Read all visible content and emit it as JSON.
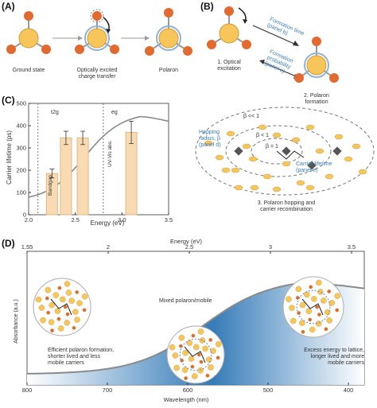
{
  "panels": {
    "A": {
      "label": "(A)",
      "captions": [
        "Ground state",
        "Optically excited\ncharge transfer",
        "Polaron"
      ]
    },
    "B": {
      "label": "(B)",
      "optical": "1. Optical\nexcitation",
      "formation_time": "Formation time\n(panel b)",
      "formation_prob": "Formation\nprobability\n(panel c)",
      "polaron_formation": "2. Polaron\nformation",
      "beta_labels": [
        "β << 1",
        "β < 1",
        "β = 1"
      ],
      "hopping_radius": "Hopping\nradius, β\n(panel d)",
      "carrier_lifetime": "Carrier lifetime\n(panel e)",
      "hopping_recomb": "3. Polaron hopping and\ncarrier recombination"
    },
    "C": {
      "label": "(C)",
      "ylabel": "Carrier lifetime (ps)",
      "xlabel": "Energy (eV)",
      "t2g": "t2g",
      "eg": "eg",
      "bandgap": "Bandgap",
      "uvvis": "UV-Vis abs."
    },
    "D": {
      "label": "(D)",
      "top_axis_label": "Energy (eV)",
      "bottom_axis_label": "Wavelength (nm)",
      "ylabel": "Absorbance (a.u.)",
      "mixed": "Mixed polaron/mobile",
      "left_text": "Efficient polaron formation,\nshorter lived and less\nmobile carriers",
      "right_text": "Excess energy to lattice,\nlonger lived and more\nmobile carriers"
    }
  },
  "chart_data": [
    {
      "type": "bar",
      "panel": "C",
      "xlabel": "Energy (eV)",
      "ylabel": "Carrier lifetime (ps)",
      "xlim": [
        2.0,
        3.5
      ],
      "ylim": [
        0,
        500
      ],
      "xticks": [
        2.0,
        2.5,
        3.0,
        3.5
      ],
      "yticks": [
        0,
        100,
        200,
        300,
        400,
        500
      ],
      "x": [
        2.25,
        2.4,
        2.58,
        3.1
      ],
      "values": [
        185,
        345,
        345,
        370
      ],
      "errors": [
        20,
        30,
        30,
        50
      ],
      "vlines": [
        2.1,
        2.8
      ]
    },
    {
      "type": "area",
      "panel": "D",
      "xlabel": "Wavelength (nm)",
      "top_xlabel": "Energy (eV)",
      "xticks_bottom": [
        800,
        700,
        600,
        500,
        400
      ],
      "xticks_top": [
        1.55,
        2.0,
        2.5,
        3.0,
        3.5
      ]
    }
  ],
  "colors": {
    "center_atom": "#f6c65b",
    "ligand_atom": "#e2692f",
    "bar": "#f8dbb3",
    "bar_stroke": "#e7b680",
    "curve": "#8a8a8a",
    "blue_text": "#3a7fb5",
    "gradient_dark": "#1f6db1"
  }
}
